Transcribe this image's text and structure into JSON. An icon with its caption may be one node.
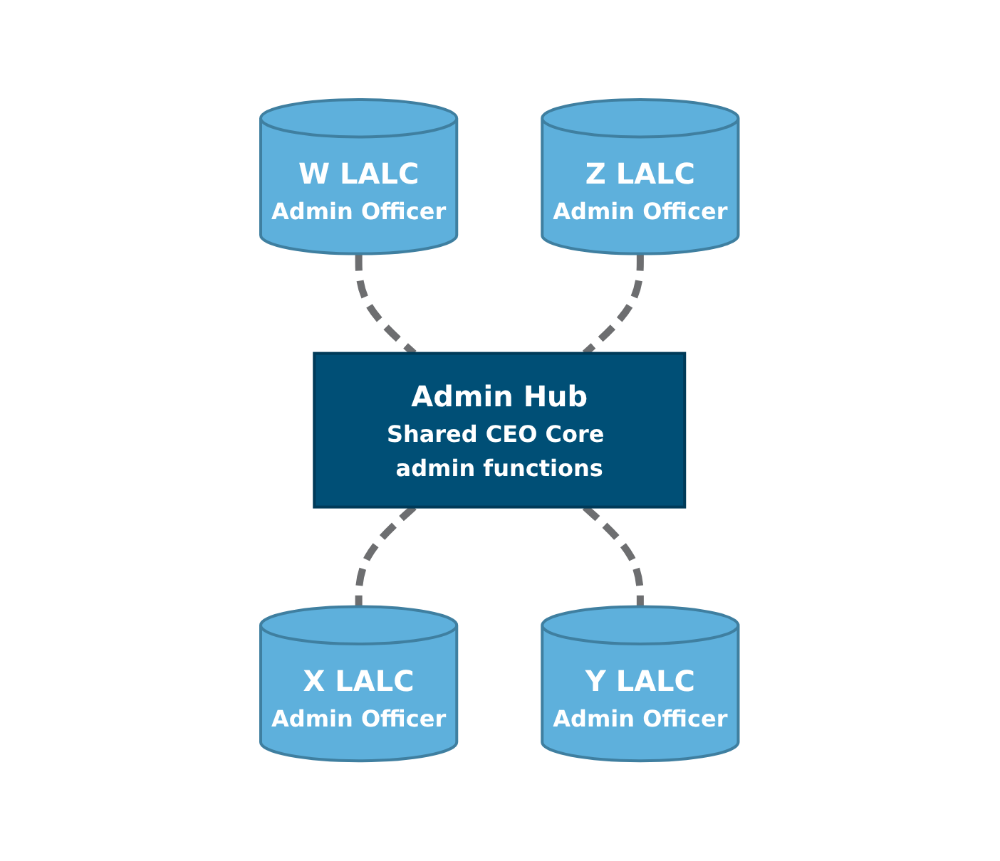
{
  "diagram": {
    "nodes": [
      {
        "text": [
          "W LALC",
          "Admin Officer"
        ]
      },
      {
        "text": [
          "Z LALC",
          "Admin Officer"
        ]
      },
      {
        "text": [
          "Admin Hub",
          "Shared CEO Core admin functions"
        ]
      },
      {
        "text": [
          "X LALC",
          "Admin Officer"
        ]
      },
      {
        "text": [
          "Y LALC",
          "Admin Officer"
        ]
      }
    ],
    "edges": [
      {
        "from": 0,
        "to": 2,
        "arrow": "none",
        "style": "dashed"
      },
      {
        "from": 1,
        "to": 2,
        "arrow": "none",
        "style": "dashed"
      },
      {
        "from": 2,
        "to": 3,
        "arrow": "none",
        "style": "dashed"
      },
      {
        "from": 2,
        "to": 4,
        "arrow": "none",
        "style": "dashed"
      }
    ]
  }
}
